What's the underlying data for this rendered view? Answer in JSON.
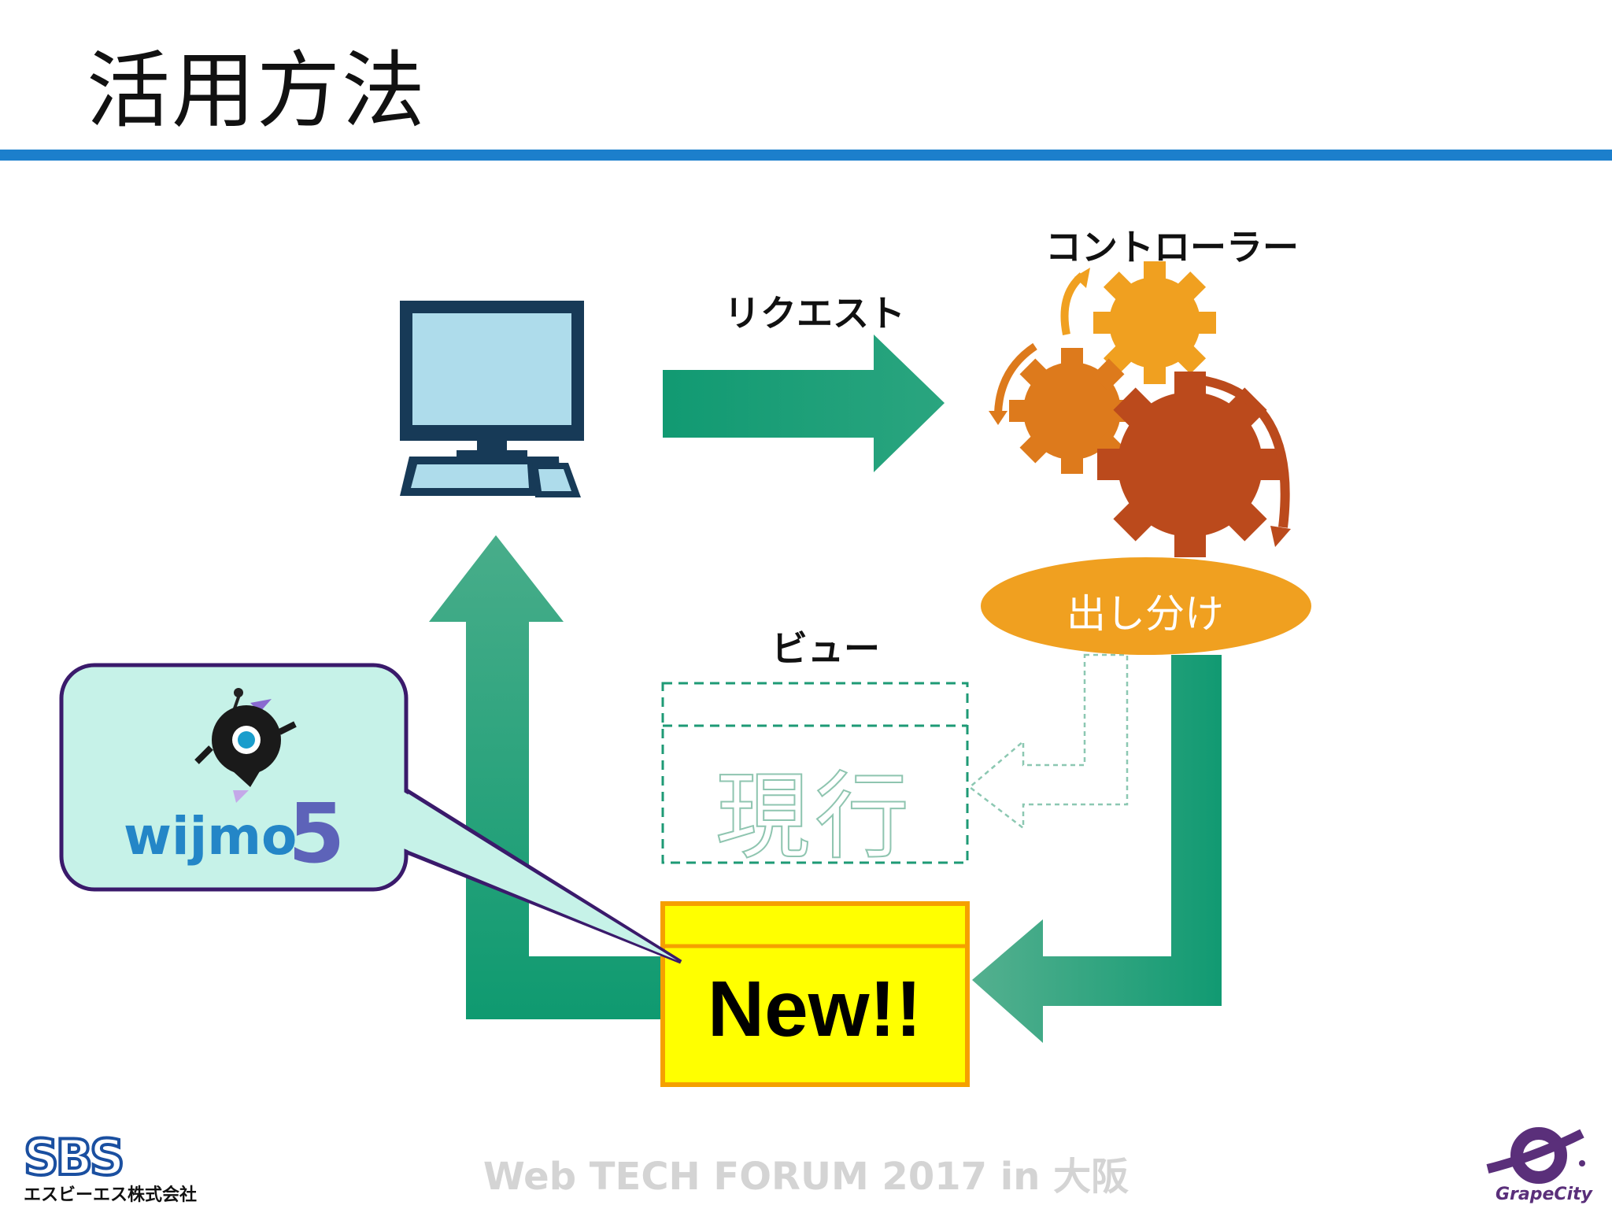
{
  "slide": {
    "title": "活用方法"
  },
  "labels": {
    "controller": "コントローラー",
    "request": "リクエスト",
    "view": "ビュー",
    "dispatch": "出し分け",
    "current": "現行",
    "new": "New!!"
  },
  "callout": {
    "logo_text": "wijmo",
    "logo_number": "5"
  },
  "footer": {
    "event": "Web TECH FORUM 2017 in 大阪",
    "left_logo": "SBS",
    "left_company": "エスビーエス株式会社",
    "right_company": "GrapeCity"
  },
  "colors": {
    "title_rule": "#1c7fcc",
    "arrow_green": "#17a07a",
    "gear_light": "#f0a020",
    "gear_mid": "#dd7a1c",
    "gear_dark": "#bb4a1c",
    "oval": "#f0a020",
    "new_box_fill": "#ffff00",
    "new_box_border": "#f5a000",
    "callout_fill": "#c6f2e8",
    "callout_border": "#3a1a6b",
    "monitor_frame": "#173a57",
    "monitor_screen": "#aedceb"
  },
  "icons": {
    "computer": "desktop-computer-icon",
    "gears": "gears-icon",
    "mascot": "robot-mascot-icon"
  }
}
